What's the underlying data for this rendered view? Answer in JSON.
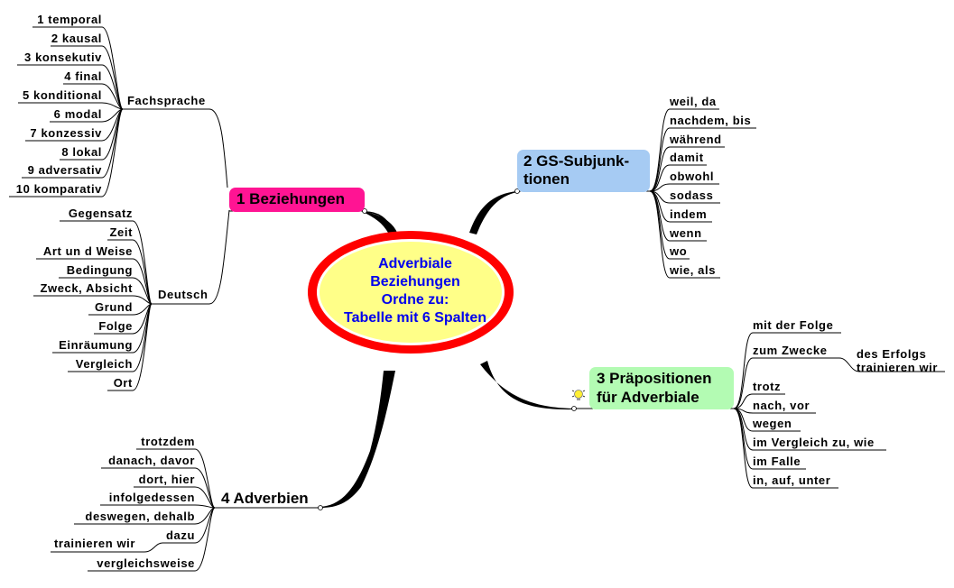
{
  "center": {
    "lines": [
      "Adverbiale",
      "Beziehungen",
      "Ordne zu:",
      "Tabelle mit 6 Spalten"
    ],
    "text_color": "#0000ee",
    "fill_color": "#ffff88",
    "ring_color": "#ff0000"
  },
  "branch1": {
    "title": "1 Beziehungen",
    "color": "#ff1493",
    "sub_fachsprache": {
      "title": "Fachsprache",
      "items": [
        "1 temporal",
        "2 kausal",
        "3 konsekutiv",
        "4 final",
        "5 konditional",
        "6 modal",
        "7 konzessiv",
        "8 lokal",
        "9 adversativ",
        "10 komparativ"
      ]
    },
    "sub_deutsch": {
      "title": "Deutsch",
      "items": [
        "Gegensatz",
        "Zeit",
        "Art un d Weise",
        "Bedingung",
        "Zweck, Absicht",
        "Grund",
        "Folge",
        "Einräumung",
        "Vergleich",
        "Ort"
      ]
    }
  },
  "branch2": {
    "title_line1": "2 GS-Subjunk-",
    "title_line2": "tionen",
    "color": "#a6cbf3",
    "items": [
      "weil, da",
      "nachdem, bis",
      "während",
      "damit",
      "obwohl",
      "sodass",
      "indem",
      "wenn",
      "wo",
      "wie, als"
    ]
  },
  "branch3": {
    "title_line1": "3 Präpositionen",
    "title_line2": "für Adverbiale",
    "color": "#b3fbb3",
    "icon": "lightbulb-icon",
    "items": [
      "mit der Folge",
      "zum Zwecke",
      "trotz",
      "nach, vor",
      "wegen",
      "im Vergleich zu, wie",
      "im Falle",
      "in, auf, unter"
    ],
    "zum_zwecke_child_line1": "des Erfolgs",
    "zum_zwecke_child_line2": "trainieren wir"
  },
  "branch4": {
    "title": "4 Adverbien",
    "items": [
      "trotzdem",
      "danach, davor",
      "dort, hier",
      "infolgedessen",
      "deswegen, dehalb",
      "dazu",
      "vergleichsweise"
    ],
    "dazu_child": "trainieren wir"
  }
}
